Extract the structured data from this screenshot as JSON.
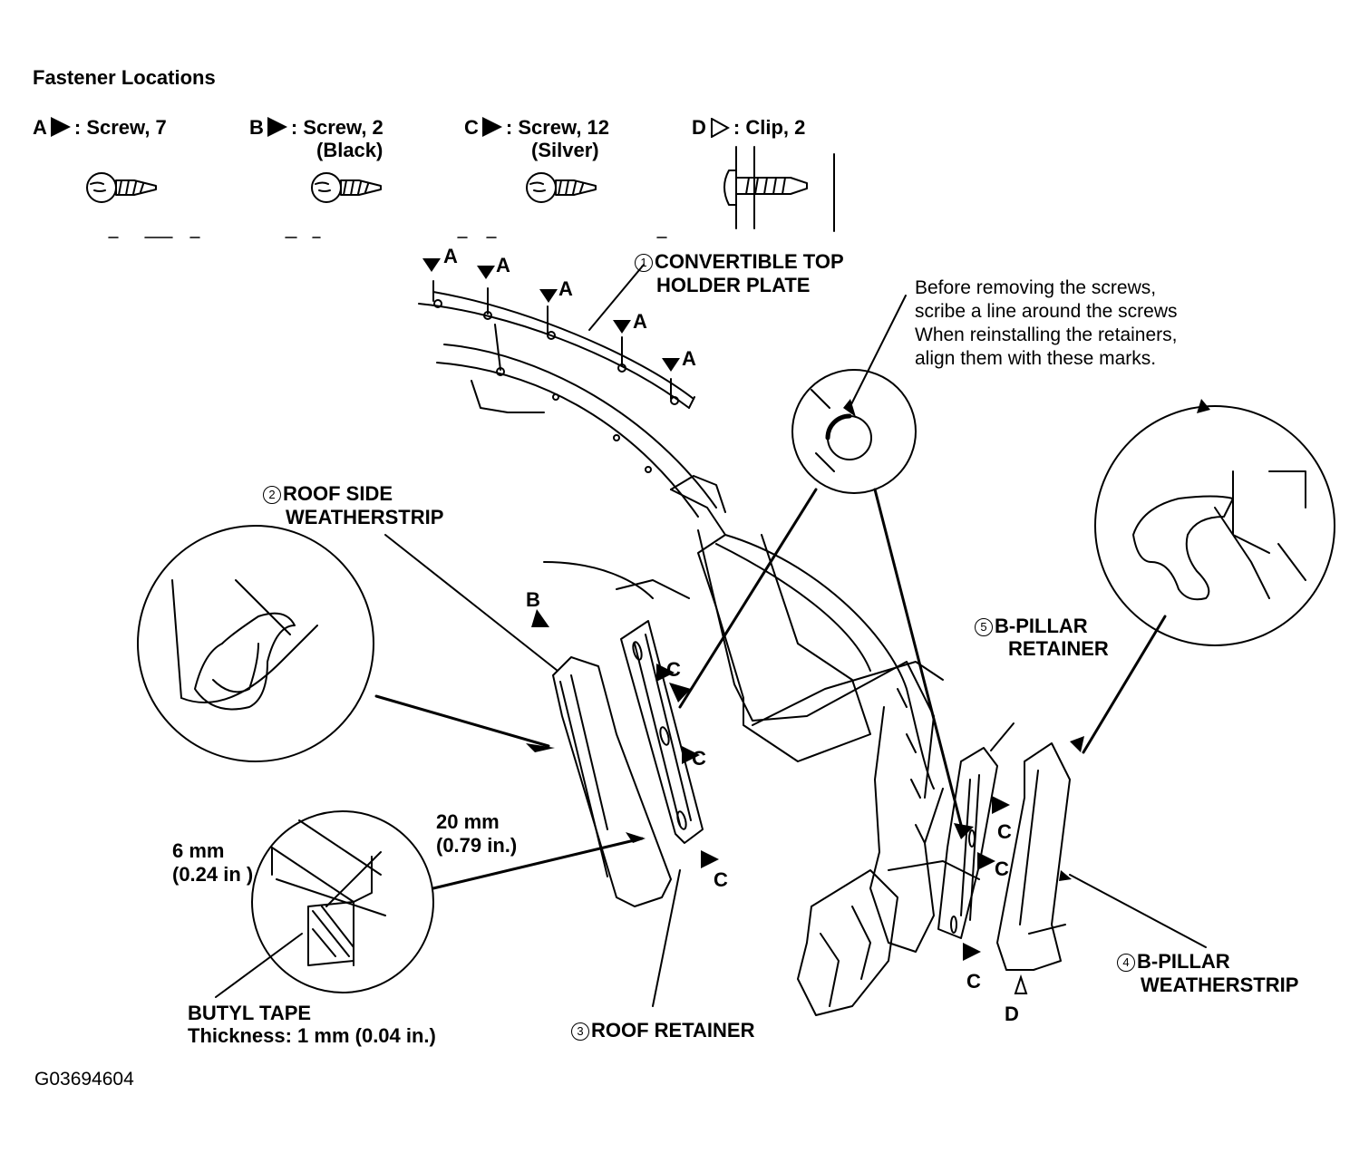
{
  "header": {
    "title": "Fastener Locations"
  },
  "fasteners": [
    {
      "key": "A",
      "label": ": Screw, 7",
      "sub": "",
      "marker": "filled-triangle-icon"
    },
    {
      "key": "B",
      "label": ": Screw, 2",
      "sub": "(Black)",
      "marker": "filled-triangle-icon"
    },
    {
      "key": "C",
      "label": ": Screw, 12",
      "sub": "(Silver)",
      "marker": "filled-triangle-icon"
    },
    {
      "key": "D",
      "label": ": Clip, 2",
      "sub": "",
      "marker": "open-triangle-icon"
    }
  ],
  "parts": {
    "p1_num": "1",
    "p1_line1": "CONVERTIBLE TOP",
    "p1_line2": "HOLDER PLATE",
    "p2_num": "2",
    "p2_line1": "ROOF SIDE",
    "p2_line2": "WEATHERSTRIP",
    "p3_num": "3",
    "p3_line1": "ROOF RETAINER",
    "p4_num": "4",
    "p4_line1": "B-PILLAR",
    "p4_line2": "WEATHERSTRIP",
    "p5_num": "5",
    "p5_line1": "B-PILLAR",
    "p5_line2": "RETAINER"
  },
  "note": {
    "line1": "Before removing the screws,",
    "line2": "scribe a line around the screws",
    "line3": "When reinstalling the retainers,",
    "line4": "align them with these marks."
  },
  "dims": {
    "d6_line1": "6 mm",
    "d6_line2": "(0.24 in )",
    "d20_line1": "20 mm",
    "d20_line2": "(0.79 in.)"
  },
  "tape": {
    "line1": "BUTYL TAPE",
    "line2": "Thickness: 1 mm (0.04 in.)"
  },
  "callout_letters": {
    "a": "A",
    "b": "B",
    "c": "C",
    "d": "D"
  },
  "figure_id": "G03694604"
}
